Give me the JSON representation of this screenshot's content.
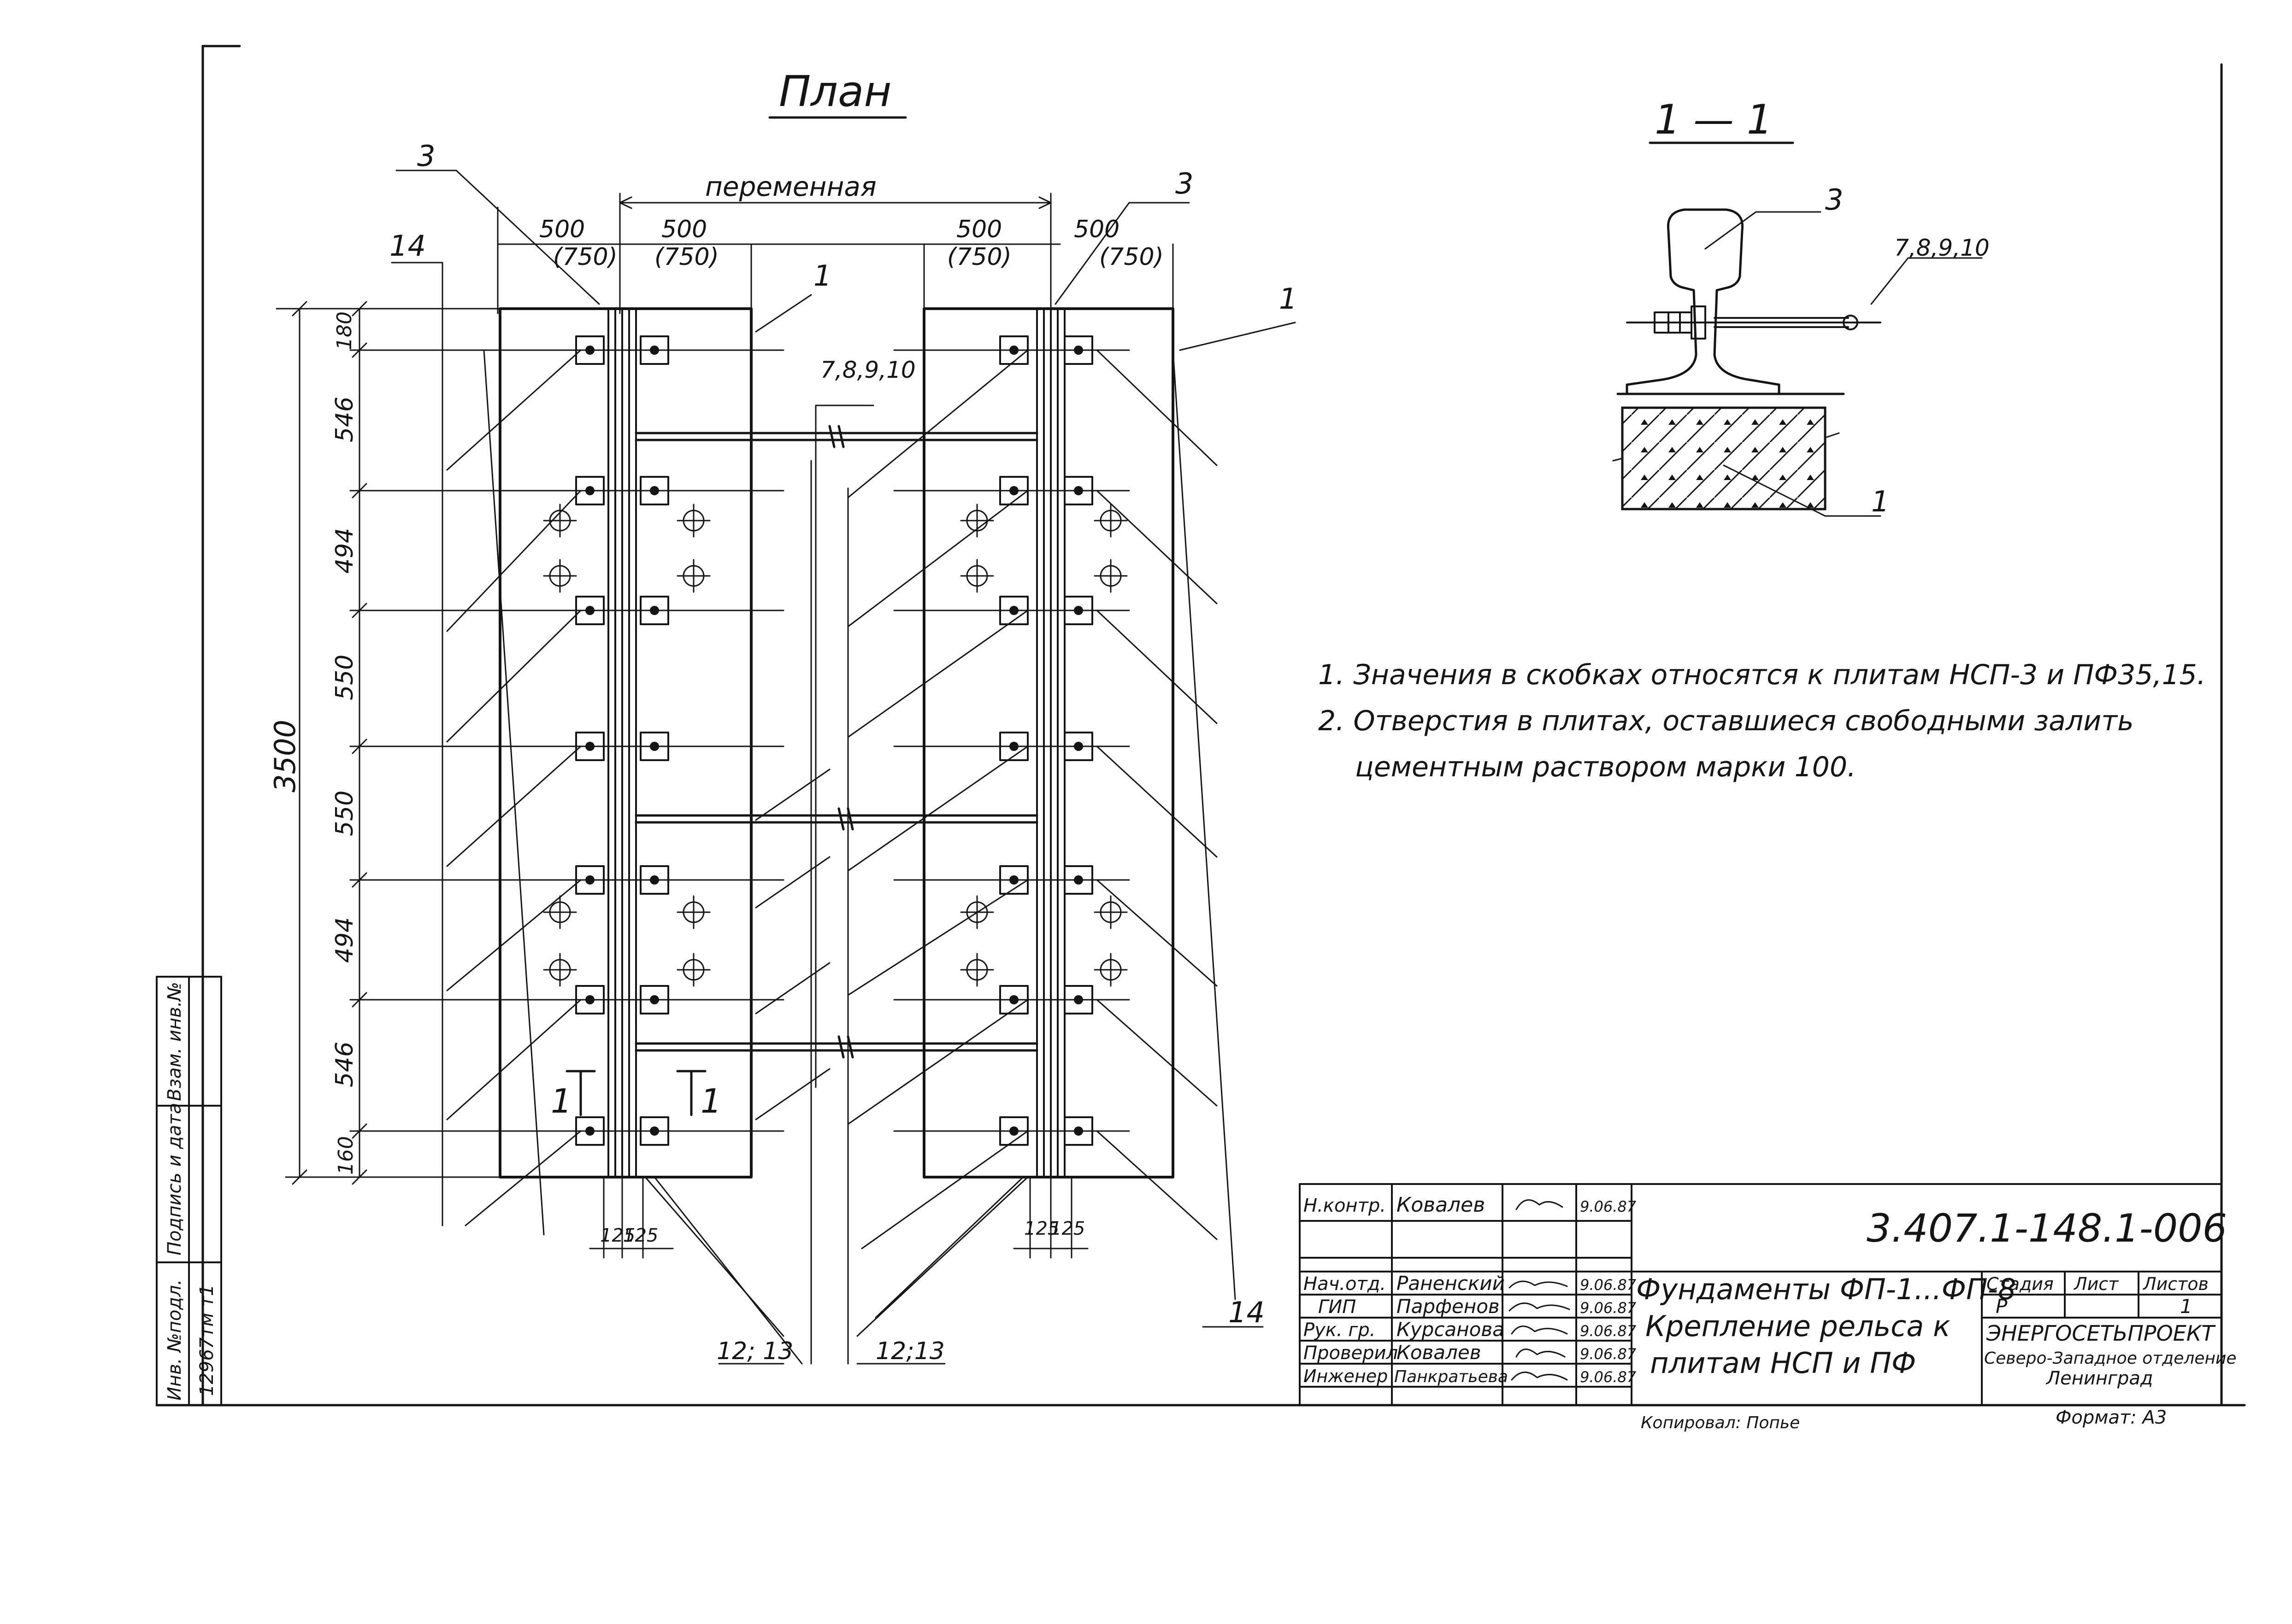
{
  "plan": {
    "title": "План",
    "dim_variable": "переменная",
    "dim_500": "500",
    "dim_750": "(750)",
    "dim_125": "125",
    "dim_3500": "3500",
    "vertical_dims": [
      "180",
      "546",
      "494",
      "550",
      "550",
      "494",
      "546",
      "160"
    ],
    "label_1": "1",
    "label_3": "3",
    "label_14": "14",
    "label_7_10": "7,8,9,10",
    "label_12_13": "12; 13",
    "label_12_13_b": "12;13",
    "section_mark": "1"
  },
  "section": {
    "title": "1 — 1",
    "label_3": "3",
    "label_7_10": "7,8,9,10",
    "label_1": "1"
  },
  "notes": [
    "1. Значения в скобках относятся к плитам НСП-3 и ПФ35,15.",
    "2. Отверстия в плитах, оставшиеся свободными залить",
    "цементным раствором марки 100."
  ],
  "side_stamp": {
    "col_labels": [
      "Инв. №подл.",
      "Подпись и дата",
      "Взам. инв.№"
    ],
    "inv_value": "12967тм т1"
  },
  "title_block": {
    "rows": [
      {
        "role": "Н.контр.",
        "name": "Ковалев",
        "date": "9.06.87"
      },
      {
        "role": "Нач.отд.",
        "name": "Раненский",
        "date": "9.06.87"
      },
      {
        "role": "ГИП",
        "name": "Парфенов",
        "date": "9.06.87"
      },
      {
        "role": "Рук. гр.",
        "name": "Курсанова",
        "date": "9.06.87"
      },
      {
        "role": "Проверил",
        "name": "Ковалев",
        "date": "9.06.87"
      },
      {
        "role": "Инженер",
        "name": "Панкратьева",
        "date": "9.06.87"
      }
    ],
    "doc_code": "3.407.1-148.1-006",
    "title_line1": "Фундаменты ФП-1...ФП-8",
    "title_line2": "Крепление рельса к",
    "title_line3": "плитам НСП и ПФ",
    "stage_label": "Стадия",
    "sheet_label": "Лист",
    "sheets_label": "Листов",
    "stage_value": "Р",
    "sheets_value": "1",
    "org_line1": "ЭНЕРГОСЕТЬПРОЕКТ",
    "org_line2": "Северо-Западное отделение",
    "org_line3": "Ленинград",
    "copied": "Копировал: Попье",
    "format": "Формат: А3"
  }
}
